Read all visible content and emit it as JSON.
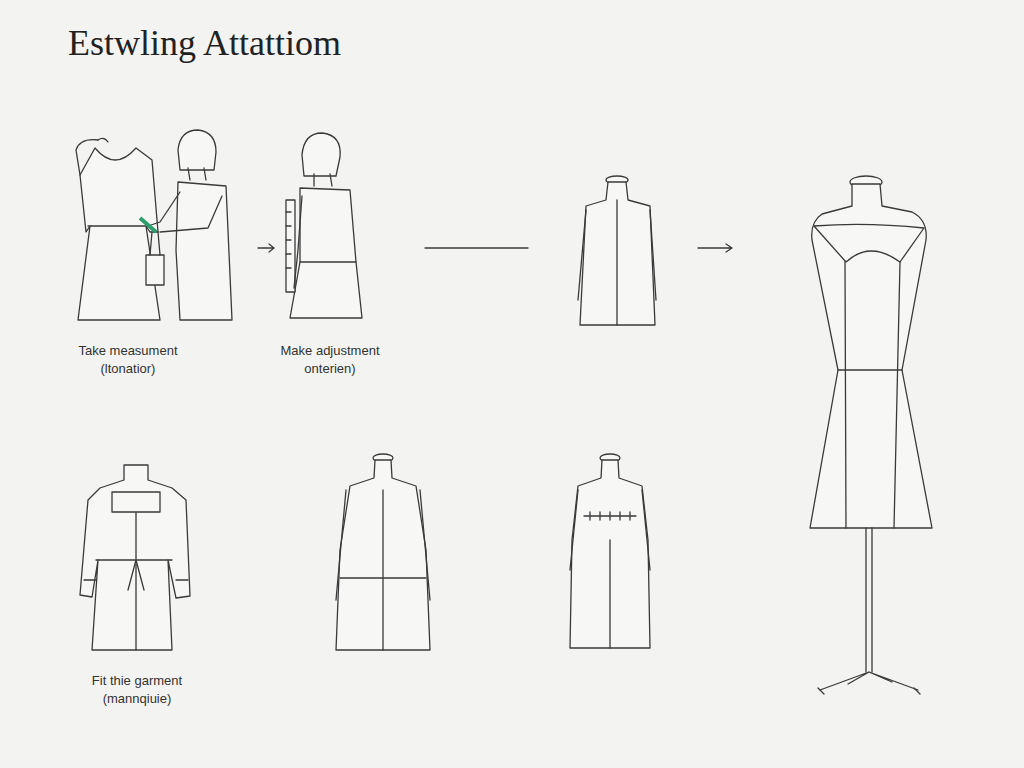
{
  "diagram": {
    "title": "Estwling Attattiom",
    "labels": [
      "Take measument (ltonatior)",
      "Make adjustment onterien)",
      "Fit thie garment (mannqiuie)"
    ]
  }
}
